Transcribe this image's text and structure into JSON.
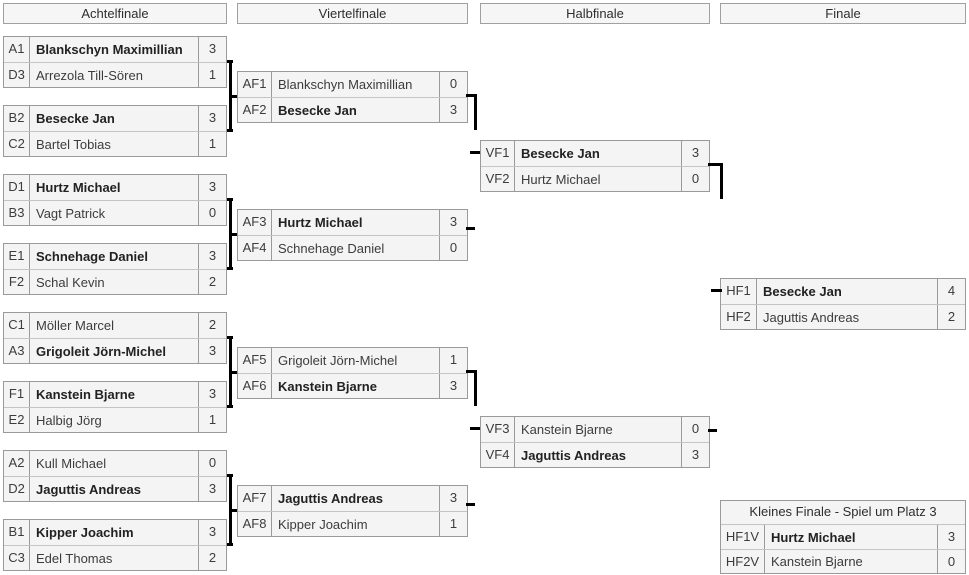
{
  "headers": [
    "Achtelfinale",
    "Viertelfinale",
    "Halbfinale",
    "Finale"
  ],
  "achtelfinale": [
    {
      "rows": [
        {
          "seed": "A1",
          "name": "Blankschyn Maximillian",
          "score": "3",
          "winner": true
        },
        {
          "seed": "D3",
          "name": "Arrezola Till-Sören",
          "score": "1",
          "winner": false
        }
      ]
    },
    {
      "rows": [
        {
          "seed": "B2",
          "name": "Besecke Jan",
          "score": "3",
          "winner": true
        },
        {
          "seed": "C2",
          "name": "Bartel Tobias",
          "score": "1",
          "winner": false
        }
      ]
    },
    {
      "rows": [
        {
          "seed": "D1",
          "name": "Hurtz Michael",
          "score": "3",
          "winner": true
        },
        {
          "seed": "B3",
          "name": "Vagt Patrick",
          "score": "0",
          "winner": false
        }
      ]
    },
    {
      "rows": [
        {
          "seed": "E1",
          "name": "Schnehage Daniel",
          "score": "3",
          "winner": true
        },
        {
          "seed": "F2",
          "name": "Schal Kevin",
          "score": "2",
          "winner": false
        }
      ]
    },
    {
      "rows": [
        {
          "seed": "C1",
          "name": "Möller Marcel",
          "score": "2",
          "winner": false
        },
        {
          "seed": "A3",
          "name": "Grigoleit Jörn-Michel",
          "score": "3",
          "winner": true
        }
      ]
    },
    {
      "rows": [
        {
          "seed": "F1",
          "name": "Kanstein Bjarne",
          "score": "3",
          "winner": true
        },
        {
          "seed": "E2",
          "name": "Halbig Jörg",
          "score": "1",
          "winner": false
        }
      ]
    },
    {
      "rows": [
        {
          "seed": "A2",
          "name": "Kull Michael",
          "score": "0",
          "winner": false
        },
        {
          "seed": "D2",
          "name": "Jaguttis Andreas",
          "score": "3",
          "winner": true
        }
      ]
    },
    {
      "rows": [
        {
          "seed": "B1",
          "name": "Kipper Joachim",
          "score": "3",
          "winner": true
        },
        {
          "seed": "C3",
          "name": "Edel Thomas",
          "score": "2",
          "winner": false
        }
      ]
    }
  ],
  "viertelfinale": [
    {
      "rows": [
        {
          "seed": "AF1",
          "name": "Blankschyn Maximillian",
          "score": "0",
          "winner": false
        },
        {
          "seed": "AF2",
          "name": "Besecke Jan",
          "score": "3",
          "winner": true
        }
      ]
    },
    {
      "rows": [
        {
          "seed": "AF3",
          "name": "Hurtz Michael",
          "score": "3",
          "winner": true
        },
        {
          "seed": "AF4",
          "name": "Schnehage Daniel",
          "score": "0",
          "winner": false
        }
      ]
    },
    {
      "rows": [
        {
          "seed": "AF5",
          "name": "Grigoleit Jörn-Michel",
          "score": "1",
          "winner": false
        },
        {
          "seed": "AF6",
          "name": "Kanstein Bjarne",
          "score": "3",
          "winner": true
        }
      ]
    },
    {
      "rows": [
        {
          "seed": "AF7",
          "name": "Jaguttis Andreas",
          "score": "3",
          "winner": true
        },
        {
          "seed": "AF8",
          "name": "Kipper Joachim",
          "score": "1",
          "winner": false
        }
      ]
    }
  ],
  "halbfinale": [
    {
      "rows": [
        {
          "seed": "VF1",
          "name": "Besecke Jan",
          "score": "3",
          "winner": true
        },
        {
          "seed": "VF2",
          "name": "Hurtz Michael",
          "score": "0",
          "winner": false
        }
      ]
    },
    {
      "rows": [
        {
          "seed": "VF3",
          "name": "Kanstein Bjarne",
          "score": "0",
          "winner": false
        },
        {
          "seed": "VF4",
          "name": "Jaguttis Andreas",
          "score": "3",
          "winner": true
        }
      ]
    }
  ],
  "finale": [
    {
      "rows": [
        {
          "seed": "HF1",
          "name": "Besecke Jan",
          "score": "4",
          "winner": true
        },
        {
          "seed": "HF2",
          "name": "Jaguttis Andreas",
          "score": "2",
          "winner": false
        }
      ]
    }
  ],
  "kleines_finale": {
    "title": "Kleines Finale - Spiel um Platz 3",
    "rows": [
      {
        "seed": "HF1V",
        "name": "Hurtz Michael",
        "score": "3",
        "winner": true
      },
      {
        "seed": "HF2V",
        "name": "Kanstein Bjarne",
        "score": "0",
        "winner": false
      }
    ]
  },
  "colors": {
    "cell_background": "#f4f4f4",
    "border": "#9a9a9a",
    "row_separator": "#c4c4c4",
    "connector": "#000000",
    "winner_text": "#222222",
    "text": "#3c3c3c"
  }
}
